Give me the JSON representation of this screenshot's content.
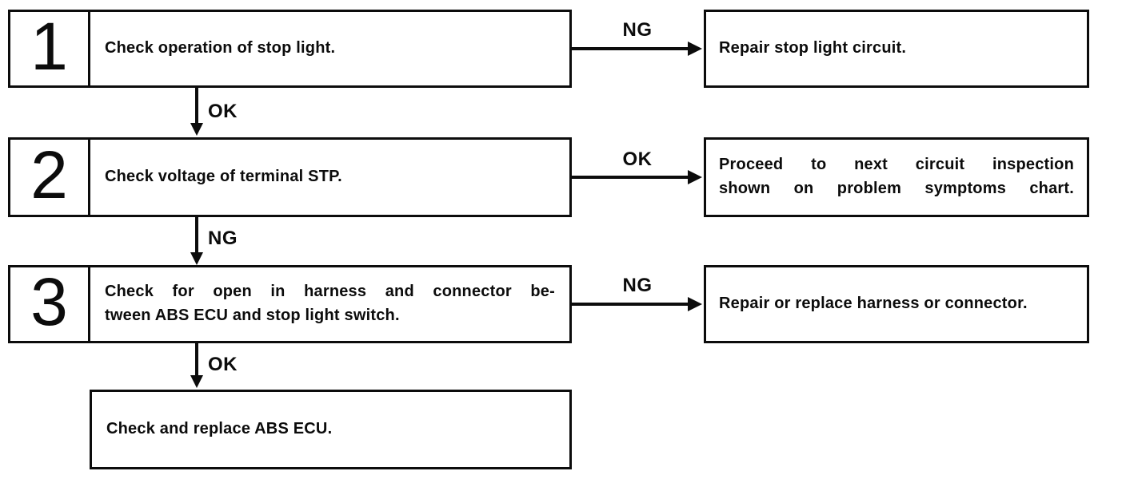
{
  "colors": {
    "ink": "#0c0c0c",
    "paper": "#ffffff"
  },
  "flow": {
    "steps": [
      {
        "number": "1",
        "action_lines": [
          "Check operation of stop light."
        ],
        "down_label": "OK",
        "branch": {
          "label": "NG",
          "result_lines": [
            "Repair stop light circuit."
          ]
        }
      },
      {
        "number": "2",
        "action_lines": [
          "Check voltage of terminal STP."
        ],
        "down_label": "NG",
        "branch": {
          "label": "OK",
          "result_lines": [
            "Proceed to next circuit inspection",
            "shown on problem symptoms chart."
          ]
        }
      },
      {
        "number": "3",
        "action_lines": [
          "Check for open in harness and connector be-",
          "tween ABS ECU and stop light switch."
        ],
        "down_label": "OK",
        "branch": {
          "label": "NG",
          "result_lines": [
            "Repair or replace harness or connector."
          ]
        }
      }
    ],
    "final_action": "Check and replace ABS ECU."
  }
}
